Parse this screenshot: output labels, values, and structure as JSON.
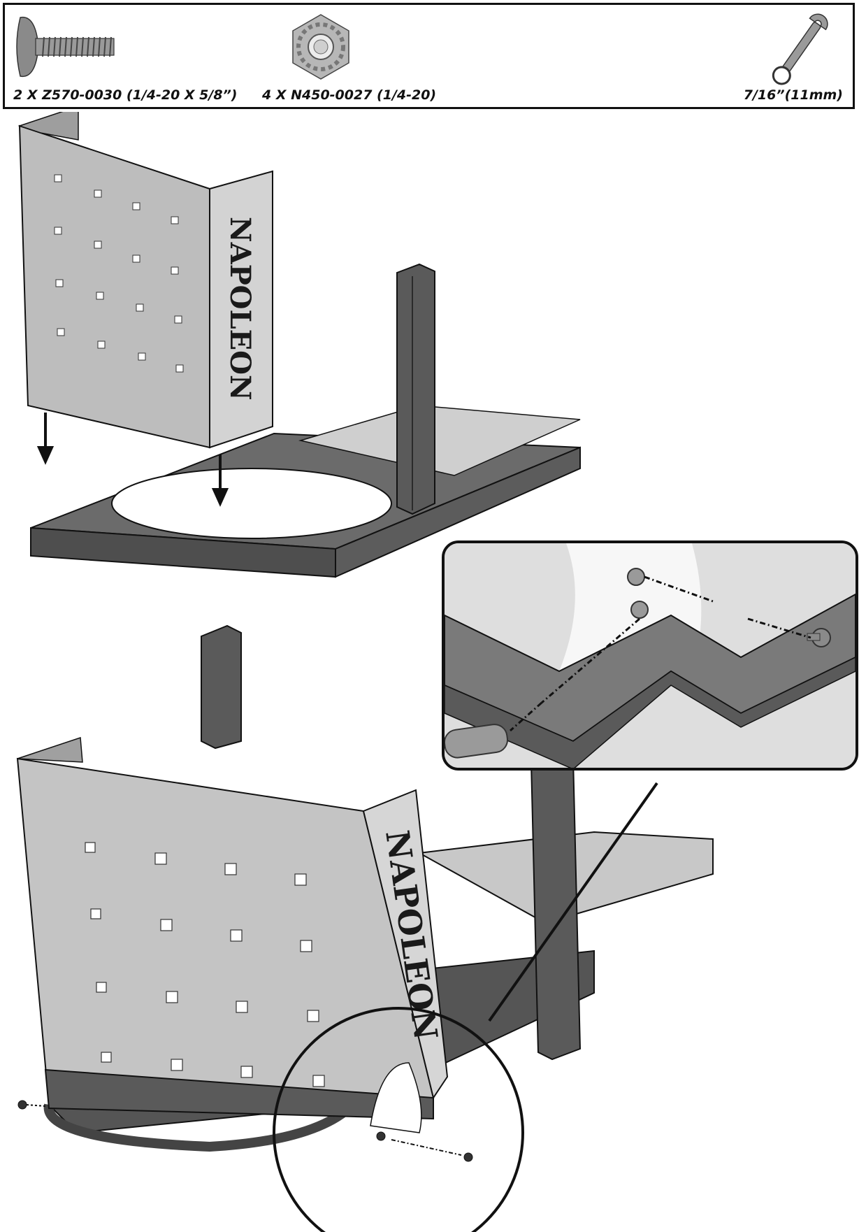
{
  "hardware": {
    "bolt": {
      "label": "2 X Z570-0030 (1/4-20 X 5/8”)",
      "icon": "carriage-bolt-icon"
    },
    "nut": {
      "label": "4 X N450-0027 (1/4-20)",
      "icon": "keps-nut-icon"
    },
    "tool": {
      "label": "7/16”(11mm)",
      "icon": "wrench-icon"
    }
  },
  "brand_text": "NAPOLEON",
  "colors": {
    "panel_light": "#b9b9b9",
    "panel_side": "#cfcfcf",
    "frame_dark": "#5a5a5a",
    "outline": "#111111"
  }
}
